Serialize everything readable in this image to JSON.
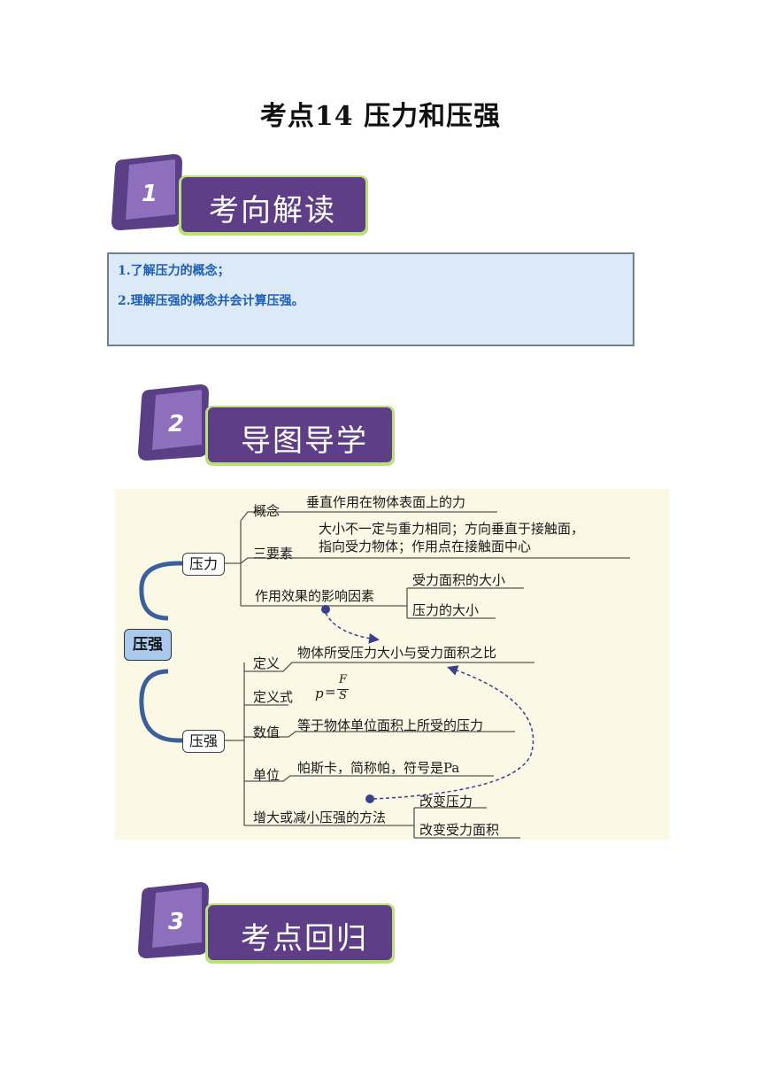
{
  "page_title": "考点14  压力和压强",
  "sections": [
    {
      "number": "1",
      "label": "考向解读"
    },
    {
      "number": "2",
      "label": "导图导学"
    },
    {
      "number": "3",
      "label": "考点回归"
    }
  ],
  "goals": [
    "1.了解压力的概念；",
    "2.理解压强的概念并会计算压强。"
  ],
  "mindmap": {
    "root": "压强",
    "pressure_force": {
      "label": "压力",
      "concept_label": "概念",
      "concept_text": "垂直作用在物体表面上的力",
      "elements_label": "三要素",
      "elements_line1": "大小不一定与重力相同；方向垂直于接触面，",
      "elements_line2": "指向受力物体；作用点在接触面中心",
      "effect_label": "作用效果的影响因素",
      "effect_items": [
        "受力面积的大小",
        "压力的大小"
      ]
    },
    "pressure": {
      "label": "压强",
      "definition_label": "定义",
      "definition_text": "物体所受压力大小与受力面积之比",
      "formula_label": "定义式",
      "formula_p": "p",
      "formula_eq": "=",
      "formula_num": "F",
      "formula_den": "S",
      "value_label": "数值",
      "value_text": "等于物体单位面积上所受的压力",
      "unit_label": "单位",
      "unit_text": "帕斯卡，简称帕，符号是Pa",
      "methods_label": "增大或减小压强的方法",
      "methods_items": [
        "改变压力",
        "改变受力面积"
      ]
    }
  }
}
